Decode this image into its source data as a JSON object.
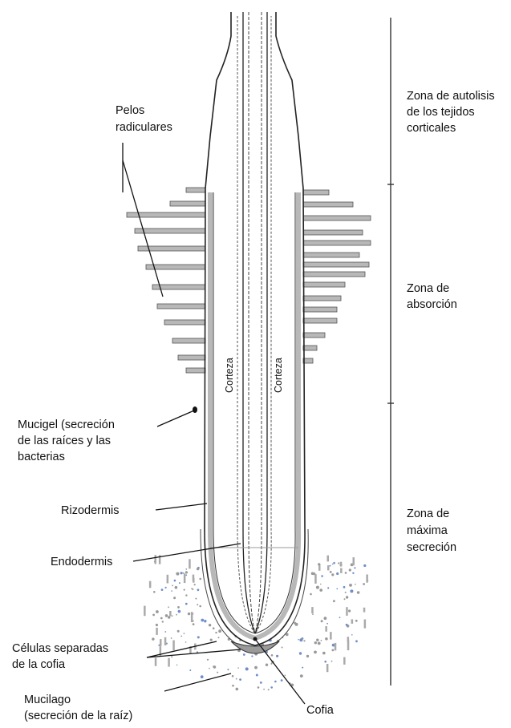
{
  "labels": {
    "pelos": [
      "Pelos",
      "radiculares"
    ],
    "mucigel": [
      "Mucigel (secreción",
      "de las raíces y las",
      "bacterias"
    ],
    "rizodermis": "Rizodermis",
    "endodermis": "Endodermis",
    "celulas": [
      "Células separadas",
      "de la cofia"
    ],
    "mucilago": [
      "Mucilago",
      "(secreción de la raíz)"
    ],
    "cofia": "Cofia",
    "corteza_left": "Corteza",
    "corteza_right": "Corteza"
  },
  "zones": {
    "autolisis": [
      "Zona de autolisis",
      "de los tejidos",
      "corticales"
    ],
    "absorcion": [
      "Zona de",
      "absorción"
    ],
    "secrecion": [
      "Zona de",
      "máxima",
      "secreción"
    ]
  },
  "colors": {
    "line": "#222222",
    "tissue": "#b8b8b8",
    "dots": "#6f8fc9",
    "background": "#ffffff"
  }
}
